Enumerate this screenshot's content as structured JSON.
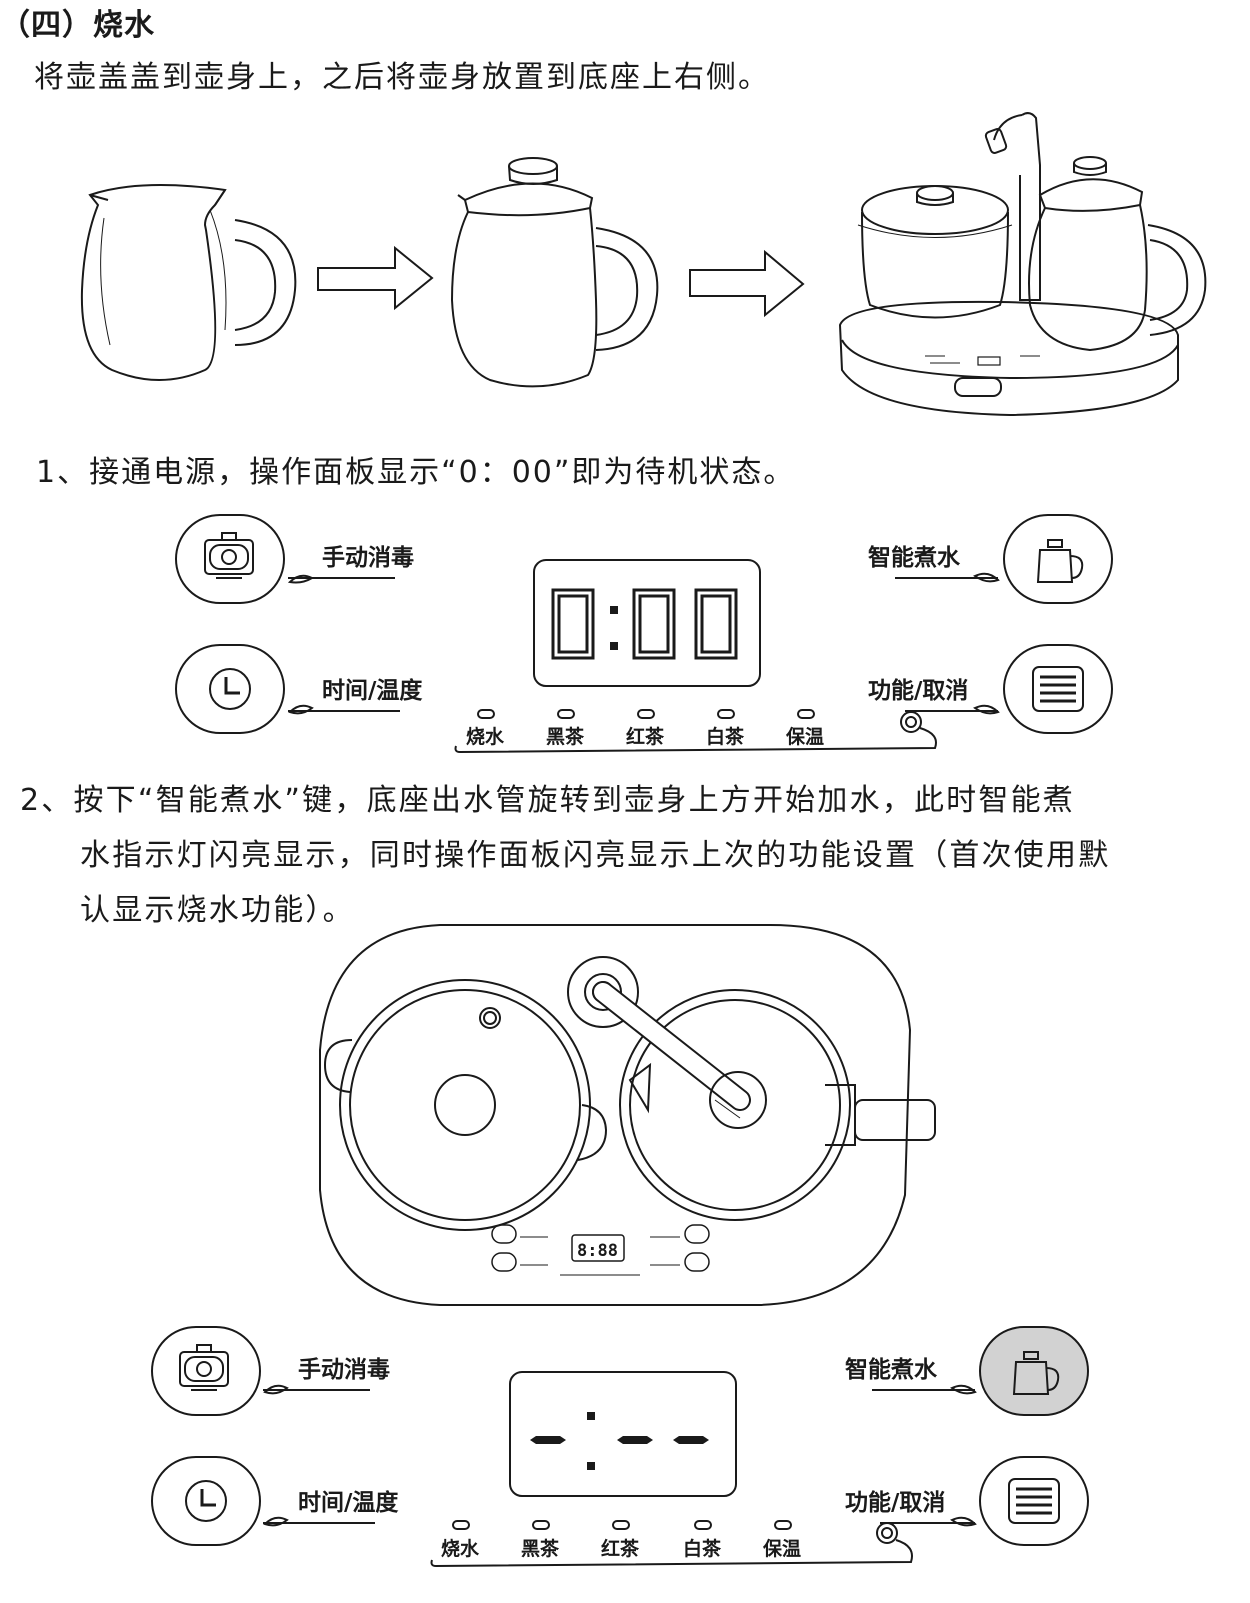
{
  "section": {
    "heading": "（四）烧水",
    "intro": "将壶盖盖到壶身上，之后将壶身放置到底座上右侧。"
  },
  "steps": {
    "step1": "1、接通电源，操作面板显示“0：00”即为待机状态。",
    "step2_line1": "2、按下“智能煮水”键，底座出水管旋转到壶身上方开始加水，此时智能煮",
    "step2_line2": "水指示灯闪亮显示，同时操作面板闪亮显示上次的功能设置（首次使用默",
    "step2_line3": "认显示烧水功能）。"
  },
  "panel1": {
    "btn_disinfect": "手动消毒",
    "btn_time_temp": "时间/温度",
    "btn_smart_boil": "智能煮水",
    "btn_function": "功能/取消",
    "display": "0:00",
    "modes": [
      "烧水",
      "黑茶",
      "红茶",
      "白茶",
      "保温"
    ]
  },
  "panel2": {
    "btn_disinfect": "手动消毒",
    "btn_time_temp": "时间/温度",
    "btn_smart_boil": "智能煮水",
    "btn_function": "功能/取消",
    "modes": [
      "烧水",
      "黑茶",
      "红茶",
      "白茶",
      "保温"
    ],
    "active_button": "智能煮水"
  },
  "mini_panel": {
    "display": "8:88"
  }
}
